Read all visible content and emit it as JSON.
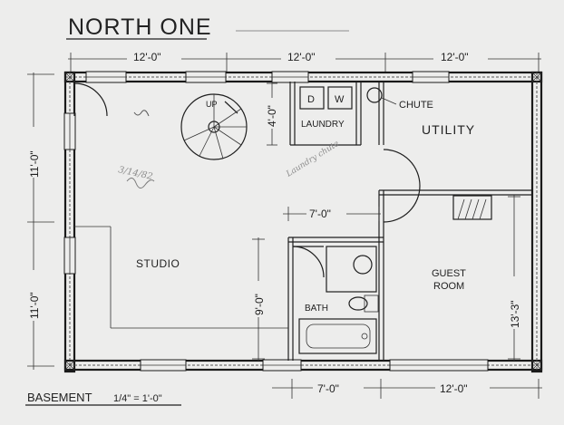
{
  "title": "NORTH ONE",
  "caption": {
    "level": "BASEMENT",
    "scale": "1/4\" = 1'-0\""
  },
  "rooms": {
    "studio": "STUDIO",
    "laundry": "LAUNDRY",
    "utility": "UTILITY",
    "guest_line1": "GUEST",
    "guest_line2": "ROOM",
    "bath": "BATH"
  },
  "fixtures": {
    "dryer": "D",
    "washer": "W",
    "chute": "CHUTE",
    "stair_up": "UP"
  },
  "dimensions": {
    "top_left": "12'-0\"",
    "top_mid": "12'-0\"",
    "top_right": "12'-0\"",
    "left_upper": "11'-0\"",
    "left_lower": "11'-0\"",
    "laundry_depth": "4'-0\"",
    "bath_width_top": "7'-0\"",
    "bath_depth": "9'-0\"",
    "guest_depth": "13'-3\"",
    "bottom_bath": "7'-0\"",
    "bottom_guest": "12'-0\""
  },
  "annotations": {
    "date": "3/14/82",
    "pencil_note": "Laundry chute"
  }
}
